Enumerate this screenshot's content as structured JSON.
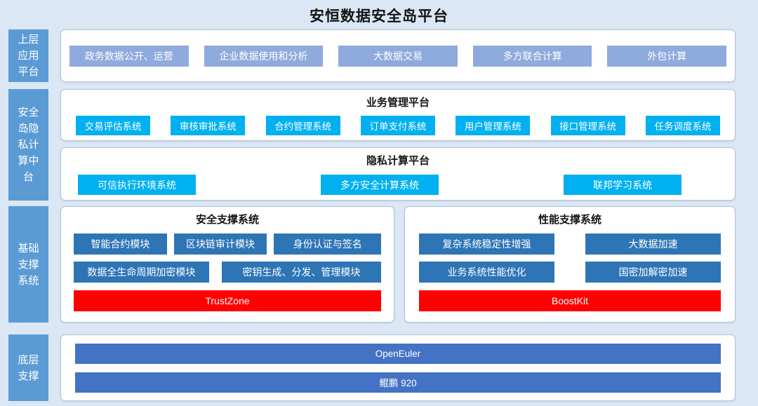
{
  "title": "安恒数据安全岛平台",
  "colors": {
    "bg": "#dbe7f4",
    "sidebar_blue": "#5b9bd5",
    "periwinkle": "#8faadc",
    "cyan": "#00b0f0",
    "dark_blue": "#2e75b6",
    "red": "#ff0000",
    "bar_blue": "#4472c4"
  },
  "sidebar": {
    "upper_app": "上层\n应用\n平台",
    "privacy_middle": "安全\n岛隐\n私计\n算中\n台",
    "base_support": "基础\n支撑\n系统",
    "bottom_support": "底层\n支撑"
  },
  "application": {
    "items": [
      "政务数据公开、运营",
      "企业数据使用和分析",
      "大数据交易",
      "多方联合计算",
      "外包计算"
    ]
  },
  "business": {
    "header": "业务管理平台",
    "items": [
      "交易评估系统",
      "审核审批系统",
      "合约管理系统",
      "订单支付系统",
      "用户管理系统",
      "接口管理系统",
      "任务调度系统"
    ]
  },
  "privacy": {
    "header": "隐私计算平台",
    "items": [
      "可信执行环境系统",
      "多方安全计算系统",
      "联邦学习系统"
    ]
  },
  "security": {
    "header": "安全支撑系统",
    "row1": [
      "智能合约模块",
      "区块链审计模块",
      "身份认证与签名"
    ],
    "row2": [
      "数据全生命周期加密模块",
      "密钥生成、分发、管理模块"
    ],
    "highlight": "TrustZone"
  },
  "performance": {
    "header": "性能支撑系统",
    "row1": [
      "复杂系统稳定性增强",
      "大数据加速"
    ],
    "row2": [
      "业务系统性能优化",
      "国密加解密加速"
    ],
    "highlight": "BoostKit"
  },
  "bottom": {
    "items": [
      "OpenEuler",
      "鲲鹏 920"
    ]
  }
}
